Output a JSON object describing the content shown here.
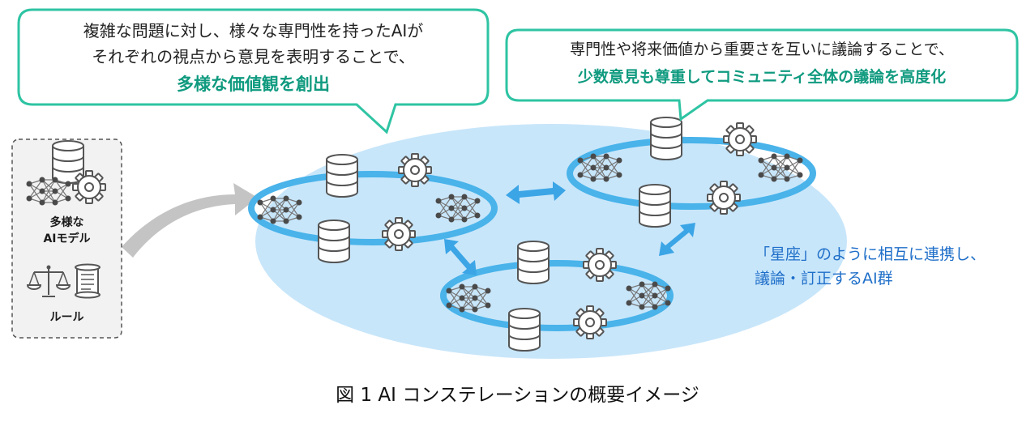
{
  "bubble_left": {
    "line1": "複雑な問題に対し、様々な専門性を持ったAIが",
    "line2": "それぞれの視点から意見を表明することで、",
    "emphasis": "多様な価値観を創出"
  },
  "bubble_right": {
    "line1": "専門性や将来価値から重要さを互いに議論することで、",
    "emphasis": "少数意見も尊重してコミュニティ全体の議論を高度化"
  },
  "sidebar": {
    "label_models_1": "多様な",
    "label_models_2": "AIモデル",
    "label_rules": "ルール"
  },
  "constellation_text": {
    "line1": "「星座」のように相互に連携し、",
    "line2": "議論・訂正するAI群"
  },
  "caption": "図 1 AI コンステレーションの概要イメージ",
  "colors": {
    "bubble_border": "#2ec4a3",
    "emphasis_text": "#0f9a7f",
    "ellipse_fill": "#c8e6fa",
    "ring_stroke": "#49b3ea",
    "arrow_blue": "#3ba5e6",
    "arrow_gray": "#c4c4c4",
    "constellation_text": "#1f6fc9"
  }
}
